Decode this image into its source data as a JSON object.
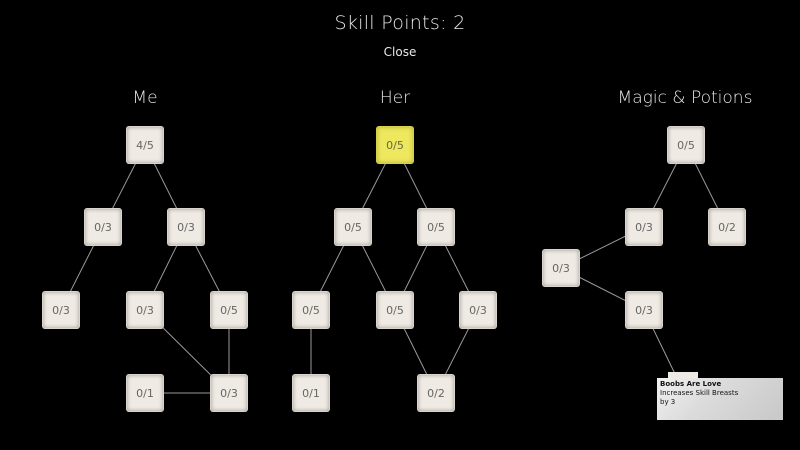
{
  "header": {
    "skill_points": "Skill Points: 2",
    "close_label": "Close"
  },
  "trees": {
    "me": {
      "title": "Me"
    },
    "her": {
      "title": "Her"
    },
    "magic": {
      "title": "Magic & Potions"
    }
  },
  "nodes": {
    "me_root": "4/5",
    "me_l": "0/3",
    "me_r": "0/3",
    "me_ll": "0/3",
    "me_rl": "0/3",
    "me_rr": "0/5",
    "me_b1": "0/1",
    "me_b2": "0/3",
    "her_root": "0/5",
    "her_l": "0/5",
    "her_r": "0/5",
    "her_ll": "0/5",
    "her_m": "0/5",
    "her_rr": "0/3",
    "her_b1": "0/1",
    "her_b2": "0/2",
    "mag_root": "0/5",
    "mag_l": "0/3",
    "mag_r": "0/2",
    "mag_side": "0/3",
    "mag_low": "0/3"
  },
  "tooltip": {
    "title": "Boobs Are Love",
    "line1": "Increases Skill Breasts",
    "line2": "by 3"
  },
  "colors": {
    "background": "#000000",
    "node": "#efeae3",
    "selected_node": "#ede85e",
    "line": "#9a9a9a"
  }
}
